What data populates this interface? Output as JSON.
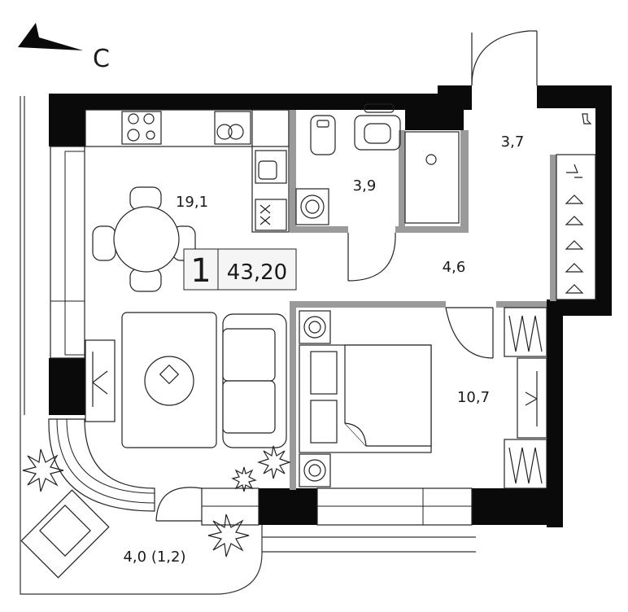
{
  "compass": {
    "label": "С"
  },
  "apartment": {
    "rooms": "1",
    "area": "43,20"
  },
  "areas": {
    "kitchen_living": "19,1",
    "bathroom": "3,9",
    "wardrobe": "3,7",
    "hallway": "4,6",
    "bedroom": "10,7",
    "balcony": "4,0 (1,2)"
  },
  "colors": {
    "wall": "#0a0a0a",
    "partition": "#9a9a9a",
    "furniture": "#1a1a1a",
    "badge": "#f5f5f5"
  }
}
